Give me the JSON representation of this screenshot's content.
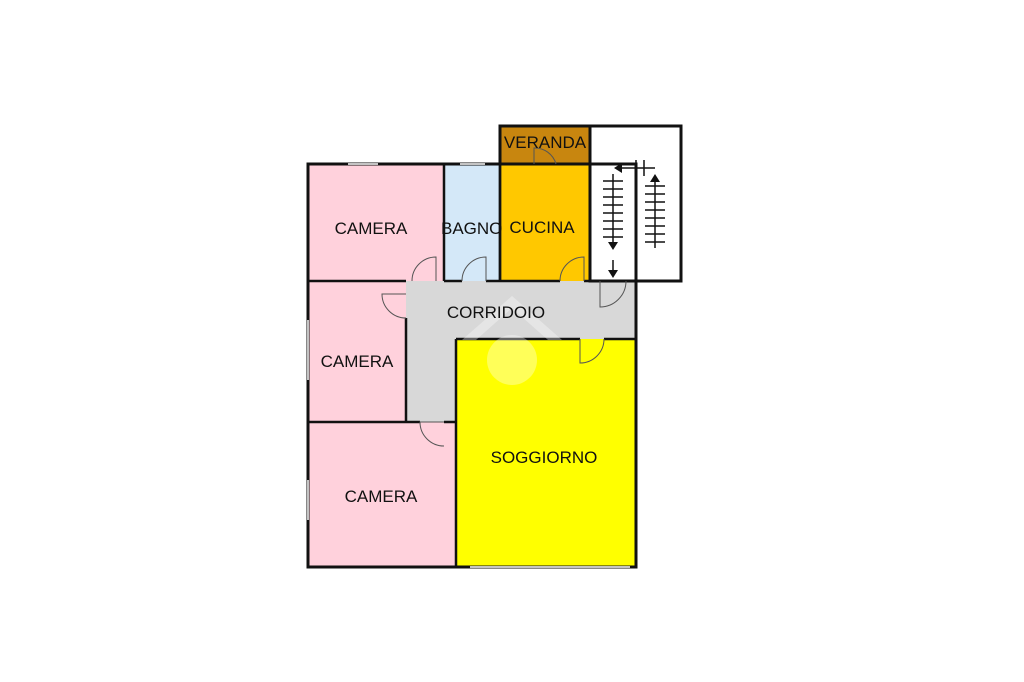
{
  "rooms": {
    "camera_top": {
      "label": "CAMERA",
      "color": "#ffd1dc"
    },
    "bagno": {
      "label": "BAGNO",
      "color": "#d4e8f8"
    },
    "cucina": {
      "label": "CUCINA",
      "color": "#ffc800"
    },
    "veranda": {
      "label": "VERANDA",
      "color": "#c8860f"
    },
    "camera_mid": {
      "label": "CAMERA",
      "color": "#ffd1dc"
    },
    "corridoio": {
      "label": "CORRIDOIO",
      "color": "#d8d8d8"
    },
    "camera_bottom": {
      "label": "CAMERA",
      "color": "#ffd1dc"
    },
    "soggiorno": {
      "label": "SOGGIORNO",
      "color": "#ffff00"
    }
  },
  "stairwell": {
    "icon": "stairs-icon",
    "color": "#ffffff"
  },
  "watermark": {
    "icon": "watermark-logo-icon"
  }
}
